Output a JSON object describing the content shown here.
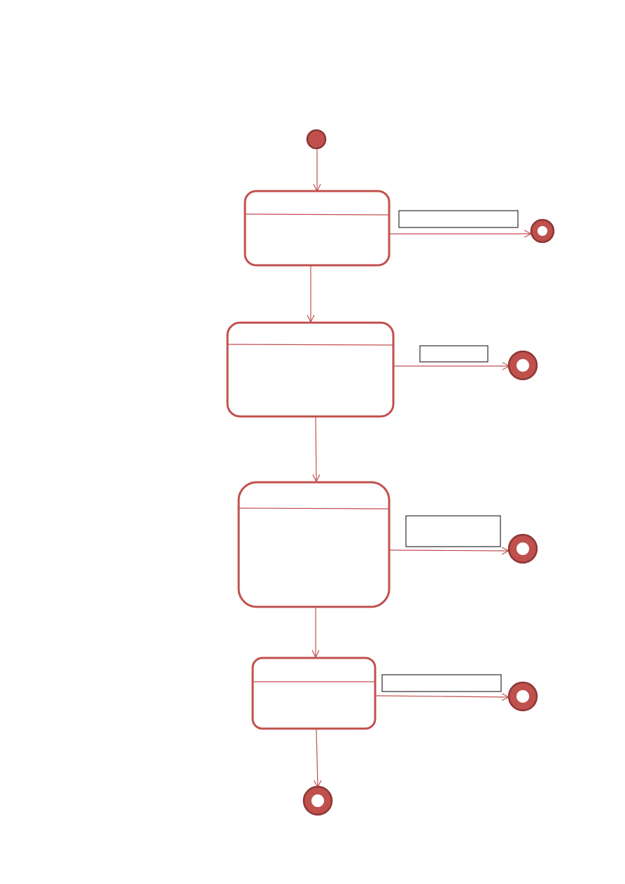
{
  "colors": {
    "accent": "#c0504d",
    "accent_dark": "#8c3836",
    "label_border": "#000000",
    "background": "#ffffff"
  },
  "diagram": {
    "type": "uml-state-machine",
    "initial_node": "initial",
    "states": [
      {
        "id": "state-1",
        "name": "",
        "activity": ""
      },
      {
        "id": "state-2",
        "name": "",
        "activity": ""
      },
      {
        "id": "state-3",
        "name": "",
        "activity": ""
      },
      {
        "id": "state-4",
        "name": "",
        "activity": ""
      }
    ],
    "final_nodes": [
      "final-1",
      "final-2",
      "final-3",
      "final-4",
      "final-5"
    ],
    "transitions": [
      {
        "from": "initial",
        "to": "state-1",
        "label": ""
      },
      {
        "from": "state-1",
        "to": "final-1",
        "label": ""
      },
      {
        "from": "state-1",
        "to": "state-2",
        "label": ""
      },
      {
        "from": "state-2",
        "to": "final-2",
        "label": ""
      },
      {
        "from": "state-2",
        "to": "state-3",
        "label": ""
      },
      {
        "from": "state-3",
        "to": "final-3",
        "label": ""
      },
      {
        "from": "state-3",
        "to": "state-4",
        "label": ""
      },
      {
        "from": "state-4",
        "to": "final-4",
        "label": ""
      },
      {
        "from": "state-4",
        "to": "final-5",
        "label": ""
      }
    ]
  }
}
